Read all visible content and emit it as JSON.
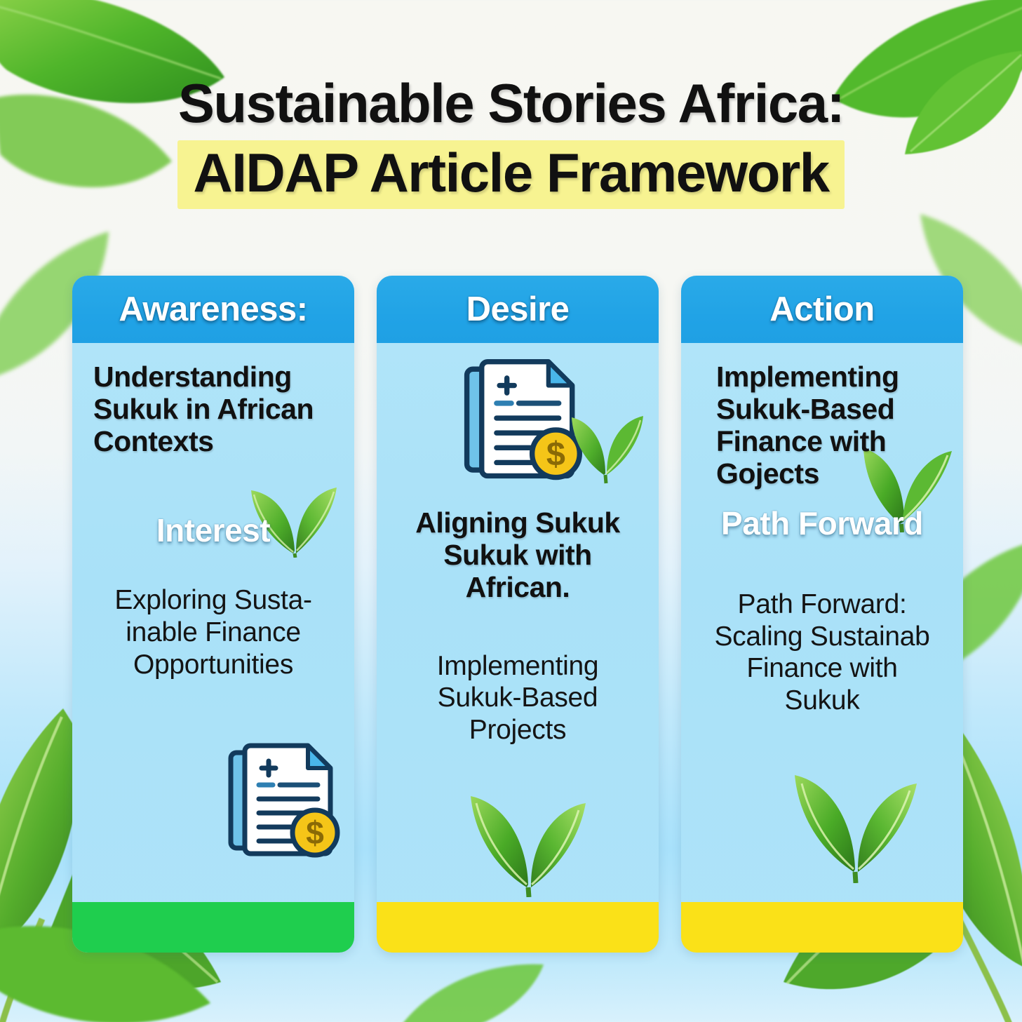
{
  "title": {
    "line1": "Sustainable Stories Africa:",
    "line2": "AIDAP Article Framework",
    "highlight_color": "#f7f391",
    "text_color": "#111111"
  },
  "theme": {
    "card_header_blue": "#21a3e6",
    "card_body_blue": "#ade3f9",
    "footer_green": "#1fce4e",
    "footer_yellow": "#fae118",
    "accent_navy": "#123a5c",
    "coin_yellow": "#f5c518"
  },
  "cards": [
    {
      "header": "Awareness:",
      "body_head": "Understanding\nSukuk in African\nContexts",
      "sub_head": "Interest",
      "body_text": "Exploring Susta-\ninable Finance\nOpportunities",
      "footer_color": "#1fce4e",
      "icons": [
        "leaf-sprout-icon",
        "document-money-icon"
      ]
    },
    {
      "header": "Desire",
      "body_head": "Aligning Sukuk\nSukuk with\nAfrican.",
      "sub_head": "",
      "body_text": "Implementing\nSukuk-Based\nProjects",
      "footer_color": "#fae118",
      "icons": [
        "document-money-icon",
        "leaf-sprout-icon"
      ]
    },
    {
      "header": "Action",
      "body_head": "Implementing\nSukuk-Based\nFinance with\nGojects",
      "sub_head": "Path Forward",
      "body_text": "Path Forward:\nScaling Sustainab\nFinance with\nSukuk",
      "footer_color": "#fae118",
      "icons": [
        "leaf-sprout-icon",
        "leaf-sprout-icon"
      ]
    }
  ]
}
